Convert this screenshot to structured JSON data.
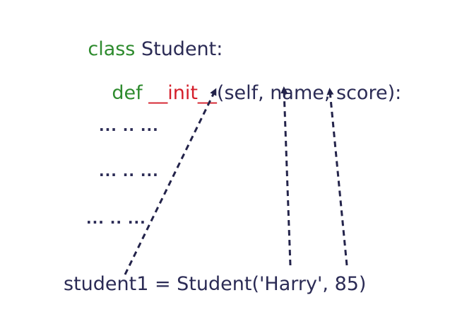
{
  "code": {
    "class_keyword": "class",
    "class_name": "Student:",
    "def_keyword": "def",
    "init_name": "__init__",
    "params": "(self, name, score):",
    "ellipsis_lines": [
      "... .. ...",
      "... .. ...",
      "... .. ..."
    ],
    "instantiation": "student1 = Student('Harry', 85)"
  },
  "colors": {
    "keyword": "#2e8b2e",
    "magic_method": "#d41e2a",
    "text": "#2b2b55",
    "arrow": "#23234a"
  }
}
